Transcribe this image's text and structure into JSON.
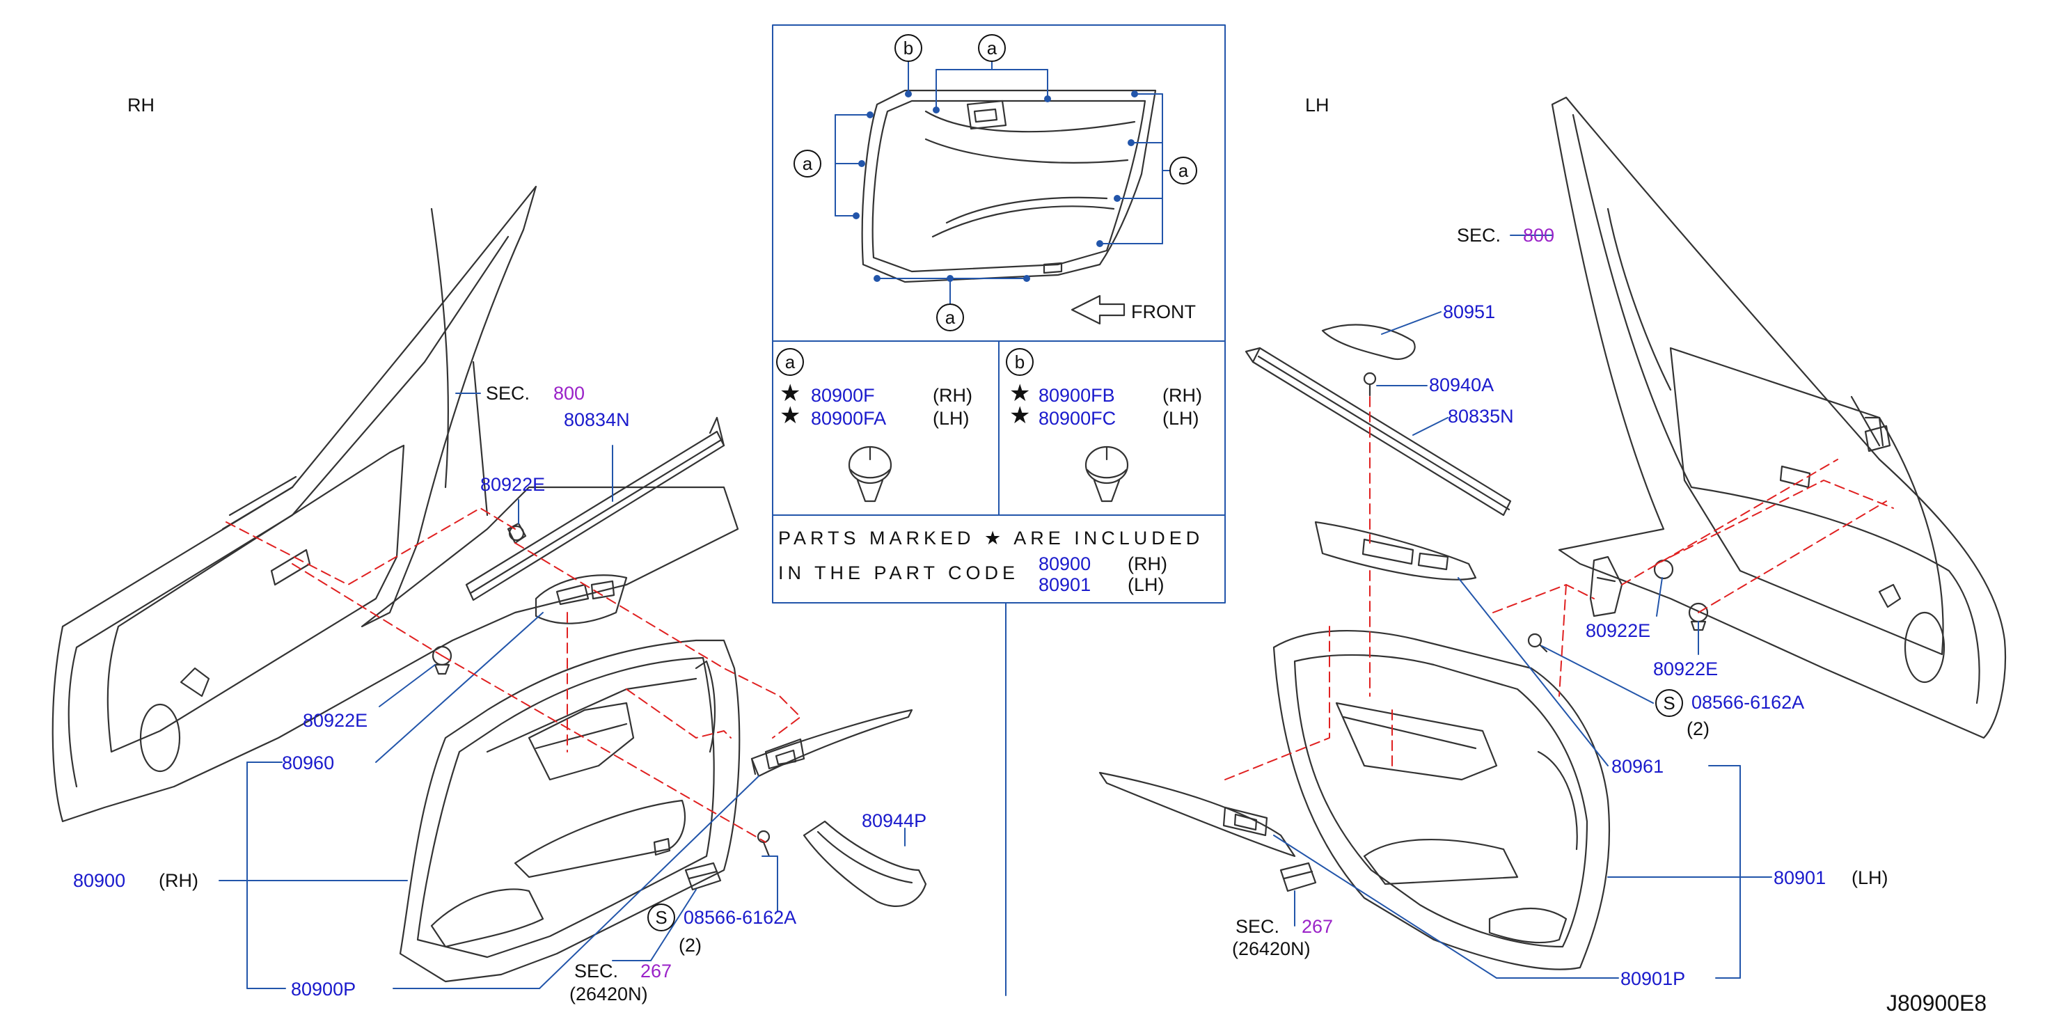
{
  "side_labels": {
    "rh": "RH",
    "lh": "LH"
  },
  "callout_letters": {
    "a": "a",
    "b": "b",
    "s": "S"
  },
  "inset": {
    "front_label": "FRONT",
    "clip_a": {
      "code1": "80900F",
      "side1": "(RH)",
      "code2": "80900FA",
      "side2": "(LH)"
    },
    "clip_b": {
      "code1": "80900FB",
      "side1": "(RH)",
      "code2": "80900FC",
      "side2": "(LH)"
    },
    "note": {
      "line1": "PARTS MARKED ★ ARE INCLUDED",
      "line2": "IN THE PART CODE",
      "code1": "80900",
      "side1": "(RH)",
      "code2": "80901",
      "side2": "(LH)"
    }
  },
  "rh_parts": {
    "sec_800_prefix": "SEC.",
    "sec_800_num": "800",
    "p80834N": "80834N",
    "p80922E_top": "80922E",
    "p80922E_bottom": "80922E",
    "p80960": "80960",
    "p80900": "80900",
    "p80900_side": "(RH)",
    "p80900P": "80900P",
    "p80944P": "80944P",
    "screw_code": "08566-6162A",
    "screw_qty": "(2)",
    "sec_267_prefix": "SEC.",
    "sec_267_num": "267",
    "sec_267_sub": "(26420N)"
  },
  "lh_parts": {
    "sec_800_prefix": "SEC.",
    "sec_800_num": "800",
    "p80951": "80951",
    "p80940A": "80940A",
    "p80835N": "80835N",
    "p80922E_upper": "80922E",
    "p80922E_lower": "80922E",
    "screw_code": "08566-6162A",
    "screw_qty": "(2)",
    "p80961": "80961",
    "p80901": "80901",
    "p80901_side": "(LH)",
    "p80901P": "80901P",
    "sec_267_prefix": "SEC.",
    "sec_267_num": "267",
    "sec_267_sub": "(26420N)"
  },
  "diagram_id": "J80900E8",
  "colors": {
    "part_number": "#1a1acc",
    "section_number": "#9a22c8",
    "leader_line": "#2255aa",
    "dash_line": "#e02020",
    "outline": "#333333"
  }
}
